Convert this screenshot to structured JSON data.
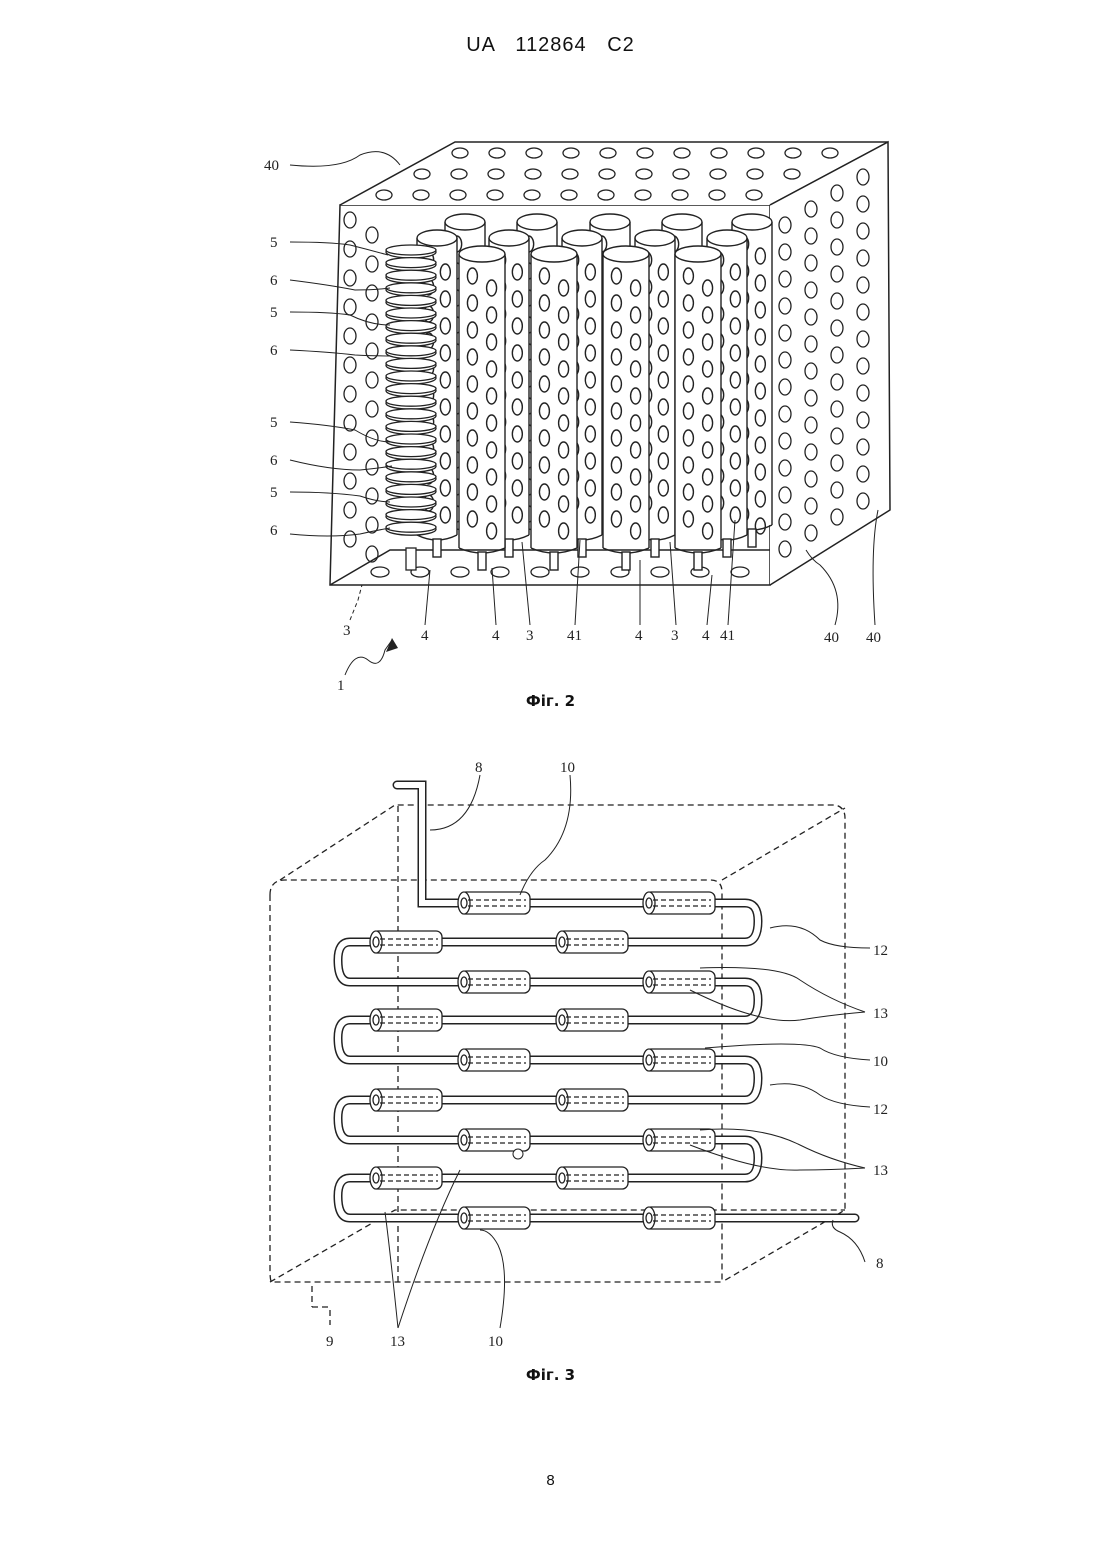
{
  "header": {
    "patent_number": "UA   112864   C2"
  },
  "figure2": {
    "caption": "Фіг. 2",
    "labels": {
      "l40a": "40",
      "l5a": "5",
      "l6a": "6",
      "l5b": "5",
      "l6b": "6",
      "l5c": "5",
      "l6c": "6",
      "l5d": "5",
      "l6d": "6",
      "l3a": "3",
      "l1": "1",
      "l4a": "4",
      "l4b": "4",
      "l3b": "3",
      "l41a": "41",
      "l4c": "4",
      "l3c": "3",
      "l4d": "4",
      "l41b": "41",
      "l40b": "40",
      "l40c": "40"
    }
  },
  "figure3": {
    "caption": "Фіг. 3",
    "labels": {
      "l8a": "8",
      "l10a": "10",
      "l12a": "12",
      "l13a": "13",
      "l10b": "10",
      "l12b": "12",
      "l13b": "13",
      "l8b": "8",
      "l9": "9",
      "l13c": "13",
      "l10c": "10"
    }
  },
  "footer": {
    "page_number": "8"
  }
}
